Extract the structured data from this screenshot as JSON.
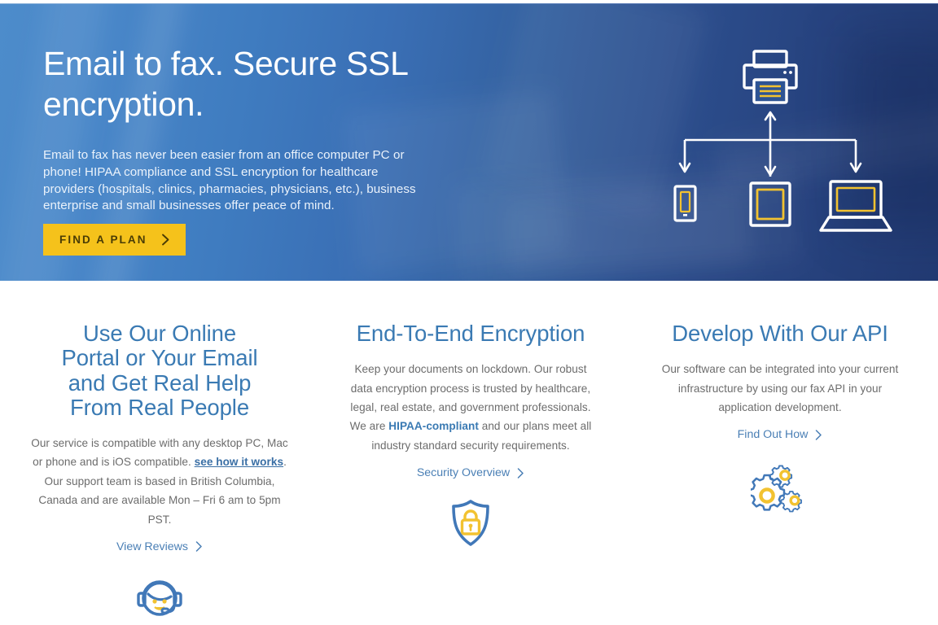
{
  "colors": {
    "hero_gradient_start": "#4d8ccb",
    "hero_gradient_end": "#223a72",
    "cta_background": "#f5c21b",
    "cta_text": "#4a3c05",
    "heading_blue": "#3a7ab3",
    "link_blue": "#4a7fb5",
    "body_gray": "#6c6c6c",
    "icon_blue": "#3f72b4",
    "icon_yellow": "#f2c230",
    "page_background": "#ffffff"
  },
  "hero": {
    "title": "Email to fax. Secure SSL encryption.",
    "subtitle": "Email to fax has never been easier from an office computer PC or phone! HIPAA compliance and SSL encryption for healthcare providers (hospitals, clinics, pharmacies, physicians, etc.), business enterprise and small businesses offer peace of mind.",
    "cta_label": "FIND A PLAN",
    "cta_icon": "chevron-right-icon",
    "diagram": {
      "source_device": "printer-icon",
      "target_devices": [
        "phone-icon",
        "tablet-icon",
        "laptop-icon"
      ],
      "connector": "branching-arrows"
    }
  },
  "features": {
    "columns": [
      {
        "title": "Use Our Online Portal or Your Email and Get Real Help From Real People",
        "body_before_link": "Our service is compatible with any desktop PC, Mac or phone and is iOS compatible. ",
        "body_link": "see how it works",
        "body_after_link": ". Our support team is based in British Columbia, Canada and are available Mon – Fri 6 am to 5pm PST.",
        "cta_label": "View Reviews",
        "cta_icon": "chevron-right-icon",
        "icon": "support-headset-icon"
      },
      {
        "title": "End-To-End Encryption",
        "body_before_link": "Keep your documents on lockdown. Our robust data encryption process is trusted by healthcare, legal, real estate, and government professionals. We are ",
        "body_link": "HIPAA-compliant",
        "body_after_link": " and our plans meet all industry standard security requirements.",
        "cta_label": "Security Overview",
        "cta_icon": "chevron-right-icon",
        "icon": "shield-lock-icon"
      },
      {
        "title": "Develop With Our API",
        "body_before_link": "Our software can be integrated into your current infrastructure by using our fax API in your application development.",
        "body_link": "",
        "body_after_link": "",
        "cta_label": "Find Out How",
        "cta_icon": "chevron-right-icon",
        "icon": "gears-icon"
      }
    ]
  }
}
